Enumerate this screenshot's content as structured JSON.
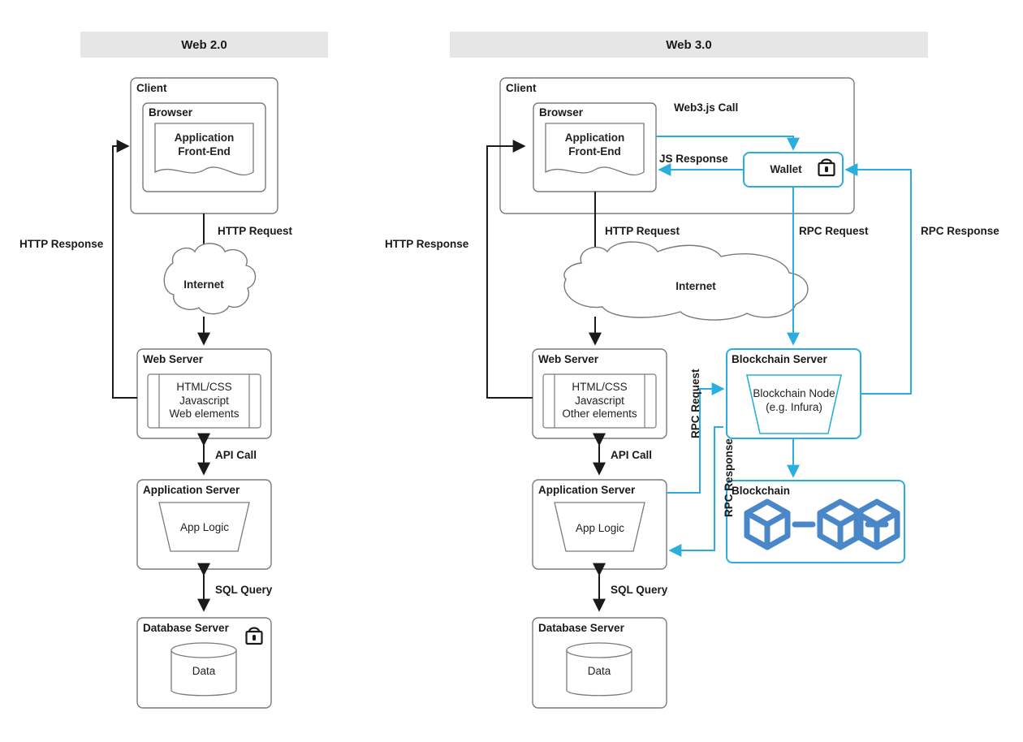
{
  "panels": {
    "web2": {
      "header": "Web 2.0"
    },
    "web3": {
      "header": "Web 3.0"
    }
  },
  "web2": {
    "client": "Client",
    "browser": "Browser",
    "frontend": "Application\nFront-End",
    "internet": "Internet",
    "web_server": "Web Server",
    "web_server_contents": "HTML/CSS\nJavascript\nWeb elements",
    "app_server": "Application Server",
    "app_logic": "App Logic",
    "db_server": "Database Server",
    "data": "Data",
    "edges": {
      "http_request": "HTTP Request",
      "http_response": "HTTP Response",
      "api_call": "API Call",
      "sql_query": "SQL Query"
    },
    "icons": {
      "db_lock": "lock-icon"
    }
  },
  "web3": {
    "client": "Client",
    "browser": "Browser",
    "frontend": "Application\nFront-End",
    "wallet": "Wallet",
    "internet": "Internet",
    "web_server": "Web Server",
    "web_server_contents": "HTML/CSS\nJavascript\nOther elements",
    "app_server": "Application Server",
    "app_logic": "App Logic",
    "db_server": "Database Server",
    "data": "Data",
    "blockchain_server": "Blockchain Server",
    "blockchain_node": "Blockchain Node\n(e.g. Infura)",
    "blockchain": "Blockchain",
    "edges": {
      "http_request": "HTTP Request",
      "http_response": "HTTP Response",
      "api_call": "API Call",
      "sql_query": "SQL Query",
      "web3js_call": "Web3.js Call",
      "js_response": "JS Response",
      "rpc_request_top": "RPC Request",
      "rpc_response_top": "RPC Response",
      "rpc_request_mid": "RPC Request",
      "rpc_response_mid": "RPC Response"
    },
    "icons": {
      "wallet_lock": "lock-icon",
      "blockchain_cubes": "blockchain-cubes-icon"
    }
  },
  "colors": {
    "accent_blue": "#2badde",
    "cube_blue": "#4a87c8",
    "stroke_dark": "#1a1a1a",
    "stroke_gray": "#7a7a7a",
    "header_bg": "#e6e6e6"
  }
}
